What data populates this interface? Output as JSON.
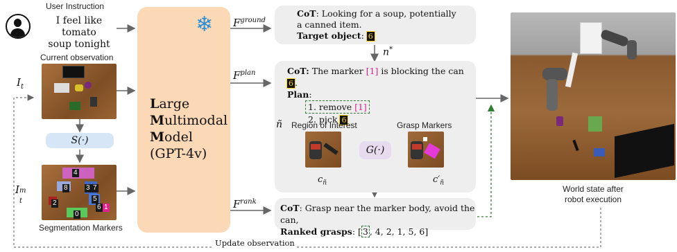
{
  "inputs": {
    "user_instruction_label": "User Instruction",
    "user_instruction_text_line1": "I feel like tomato",
    "user_instruction_text_line2": "soup tonight",
    "current_observation_label": "Current observation",
    "it_label": "I",
    "it_sub": "t",
    "s_func": "S(·)",
    "itm_label": "I",
    "itm_sub": "t",
    "itm_sup": "m",
    "segmentation_label": "Segmentation Markers"
  },
  "lmm": {
    "line1_big": "L",
    "line1_rest": "arge",
    "line2_big": "M",
    "line2_rest": "ultimodal",
    "line3_big": "M",
    "line3_rest": "odel",
    "line4": "(GPT-4v)",
    "snowflake": "❄"
  },
  "fground": {
    "symbol": "F",
    "sup": "ground",
    "cot_label": "CoT",
    "cot_text_line1": ": Looking for a soup, potentially",
    "cot_text_line2": "a canned item.",
    "target_label": "Target object",
    "target_sep": ":",
    "target_marker": "6"
  },
  "nstar": {
    "n": "n",
    "sup": "*"
  },
  "fplan": {
    "symbol": "F",
    "sup": "plan",
    "cot_label": "CoT:",
    "cot_text_a": " The marker ",
    "marker1": "[1]",
    "cot_text_b": " is blocking the can ",
    "marker6": "6",
    "cot_text_end": ".",
    "plan_label": "Plan",
    "plan_sep": ":",
    "step1": "1. remove ",
    "step1_marker": "[1]",
    "step2": "2. pick ",
    "step2_marker": "6"
  },
  "ntilde": "ñ",
  "roi": {
    "label": "Region of Interest",
    "c_label": "c",
    "c_sub": "ñ"
  },
  "g_func": "G(·)",
  "grasp": {
    "label": "Grasp Markers",
    "c_label": "c′",
    "c_sub": "ñ"
  },
  "frank": {
    "symbol": "F",
    "sup": "rank",
    "cot_label": "CoT",
    "cot_text": ": Grasp near the marker body, avoid the can,",
    "ranked_label": "Ranked grasps",
    "ranked_sep": ": ",
    "ranked_open": "[",
    "ranked_first": "3",
    "ranked_rest": ", 4, 2, 1, 5, 6]"
  },
  "world": {
    "caption_line1": "World state after",
    "caption_line2": "robot execution"
  },
  "update_label": "Update observation",
  "seg_markers": [
    "4",
    "8",
    "3",
    "7",
    "5",
    "2",
    "6",
    "1",
    "0"
  ],
  "colors": {
    "lmm_fill": "#fcd9b6",
    "box_fill": "#eeeeee",
    "marker_pink": "#e0208c",
    "dashed_green": "#2e7d32",
    "s_box": "#d7e6f7",
    "g_box": "#e7dbef"
  }
}
